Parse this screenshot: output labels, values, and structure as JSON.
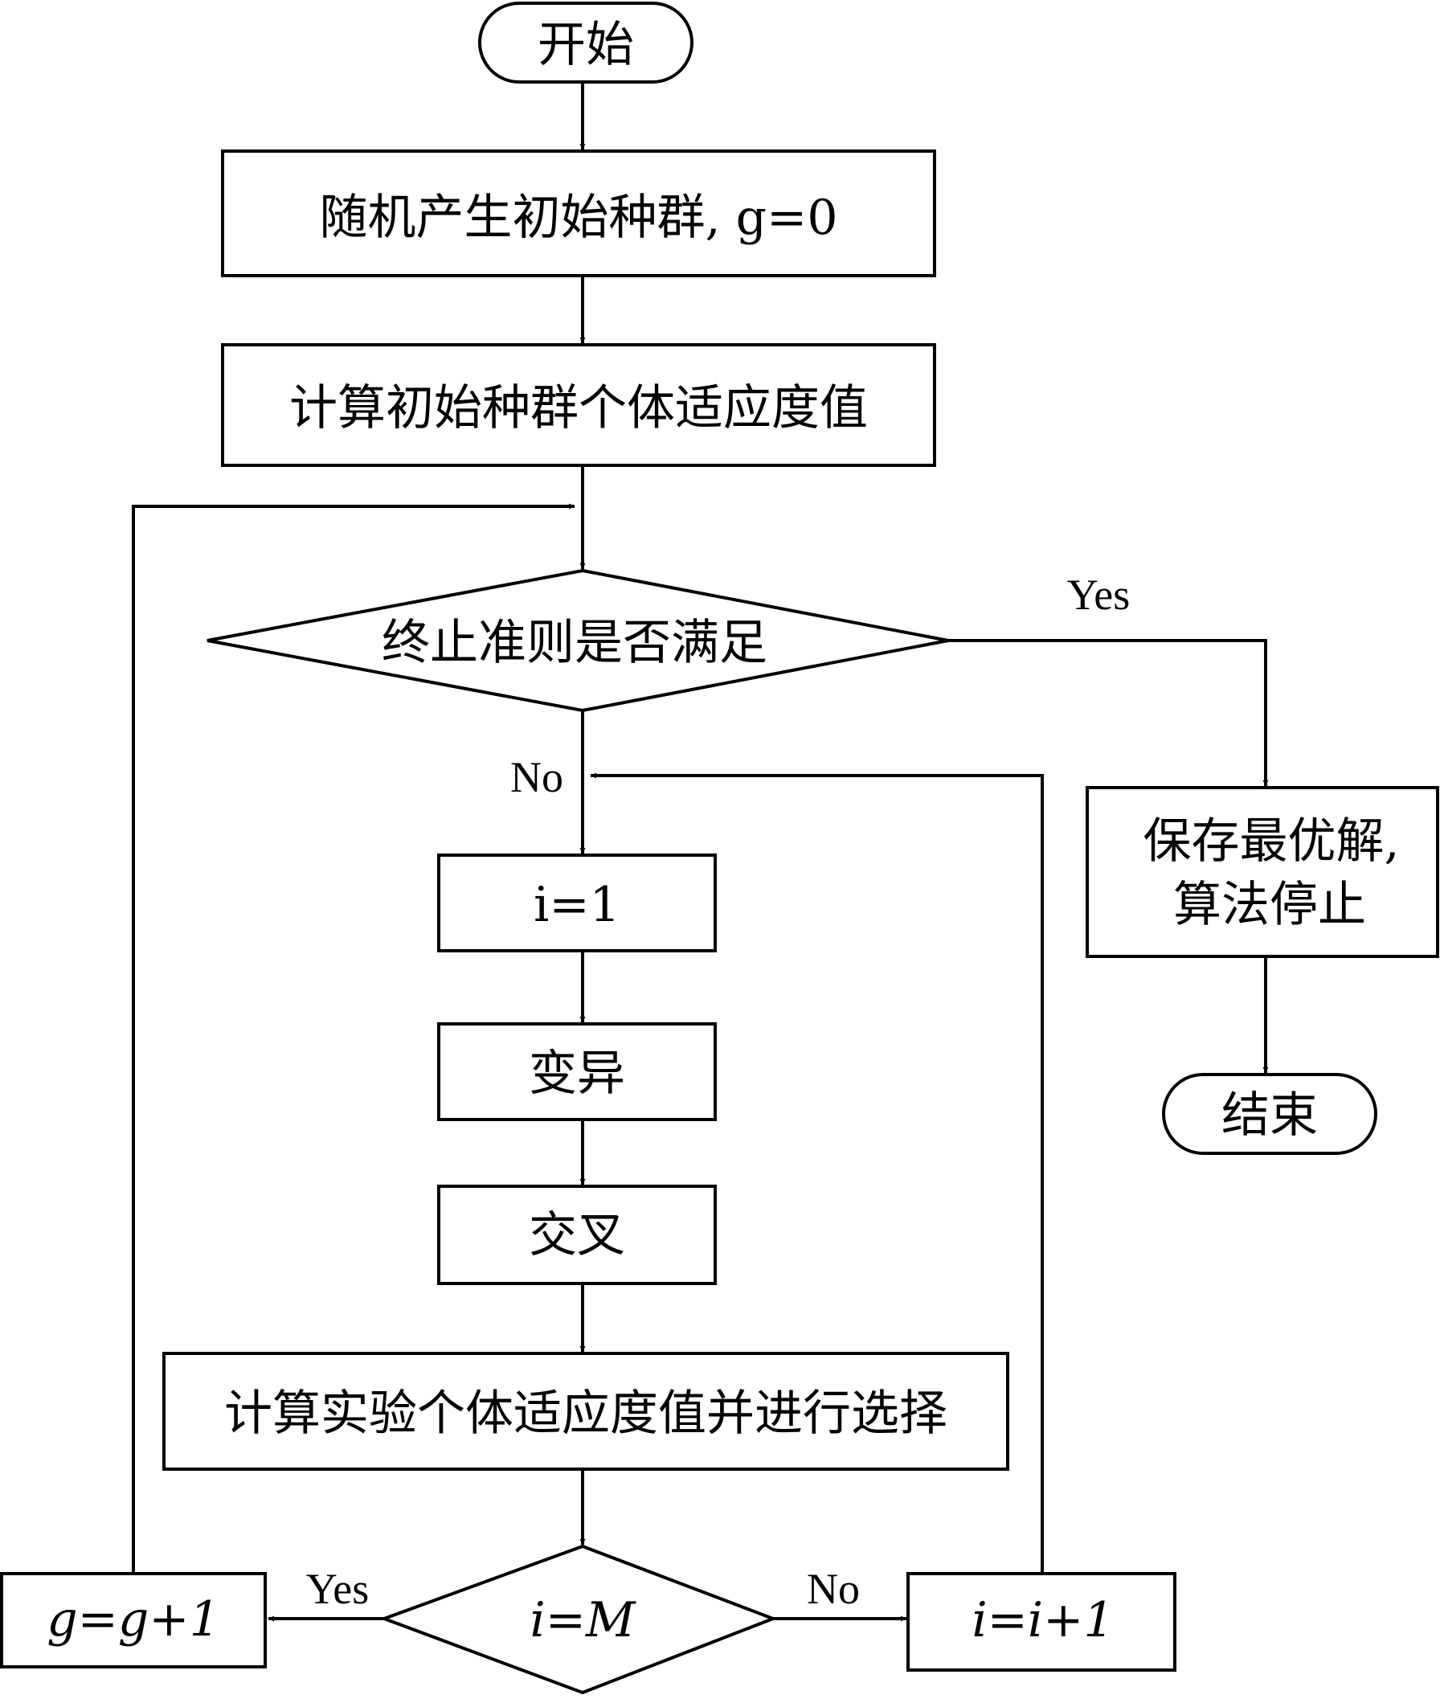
{
  "nodes": {
    "start": "开始",
    "init_pop": "随机产生初始种群, g=0",
    "eval_init": "计算初始种群个体适应度值",
    "terminate_check": "终止准则是否满足",
    "save_best_line1": "保存最优解,",
    "save_best_line2": "算法停止",
    "end": "结束",
    "i_init": "i=1",
    "mutation": "变异",
    "crossover": "交叉",
    "eval_select": "计算实验个体适应度值并进行选择",
    "i_check": "i=M",
    "g_inc": "g=g+1",
    "i_inc": "i=i+1"
  },
  "edges": {
    "terminate_yes": "Yes",
    "terminate_no": "No",
    "i_check_yes": "Yes",
    "i_check_no": "No"
  }
}
